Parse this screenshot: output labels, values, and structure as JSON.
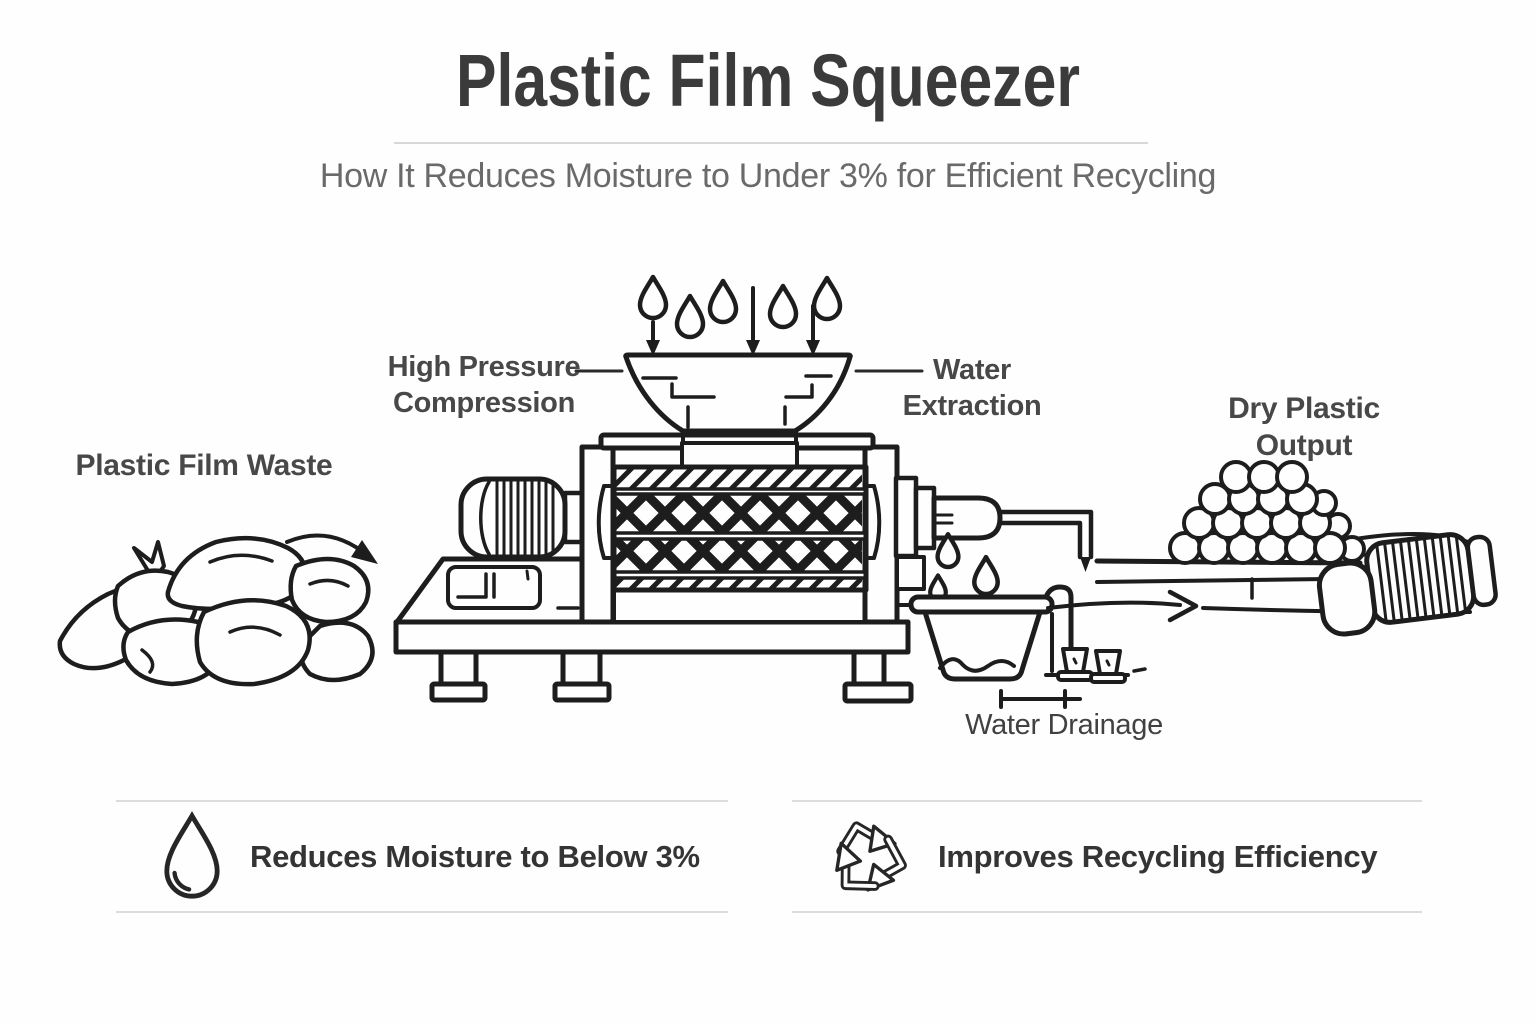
{
  "header": {
    "title": "Plastic Film Squeezer",
    "subtitle": "How It Reduces Moisture to Under 3% for Efficient Recycling"
  },
  "diagram": {
    "labels": {
      "input": "Plastic Film Waste",
      "compression": "High Pressure Compression",
      "extraction": "Water Extraction",
      "output": "Dry Plastic Output",
      "drainage": "Water Drainage"
    },
    "icons": [
      "water-droplets-icon",
      "down-arrow-icon",
      "flow-arrow-icon",
      "drain-basin",
      "pellet-pile",
      "conveyor-belt"
    ]
  },
  "features": [
    {
      "icon": "water-drop-icon",
      "label": "Reduces Moisture to Below 3%"
    },
    {
      "icon": "recycle-icon",
      "label": "Improves Recycling Efficiency"
    }
  ],
  "colors": {
    "ink": "#1d1d1d",
    "title": "#3b3b3b",
    "subtitle": "#6a6a6a",
    "label": "#484848",
    "feature_text": "#343434",
    "divider": "#d8d8d8",
    "background": "#fefefe"
  }
}
